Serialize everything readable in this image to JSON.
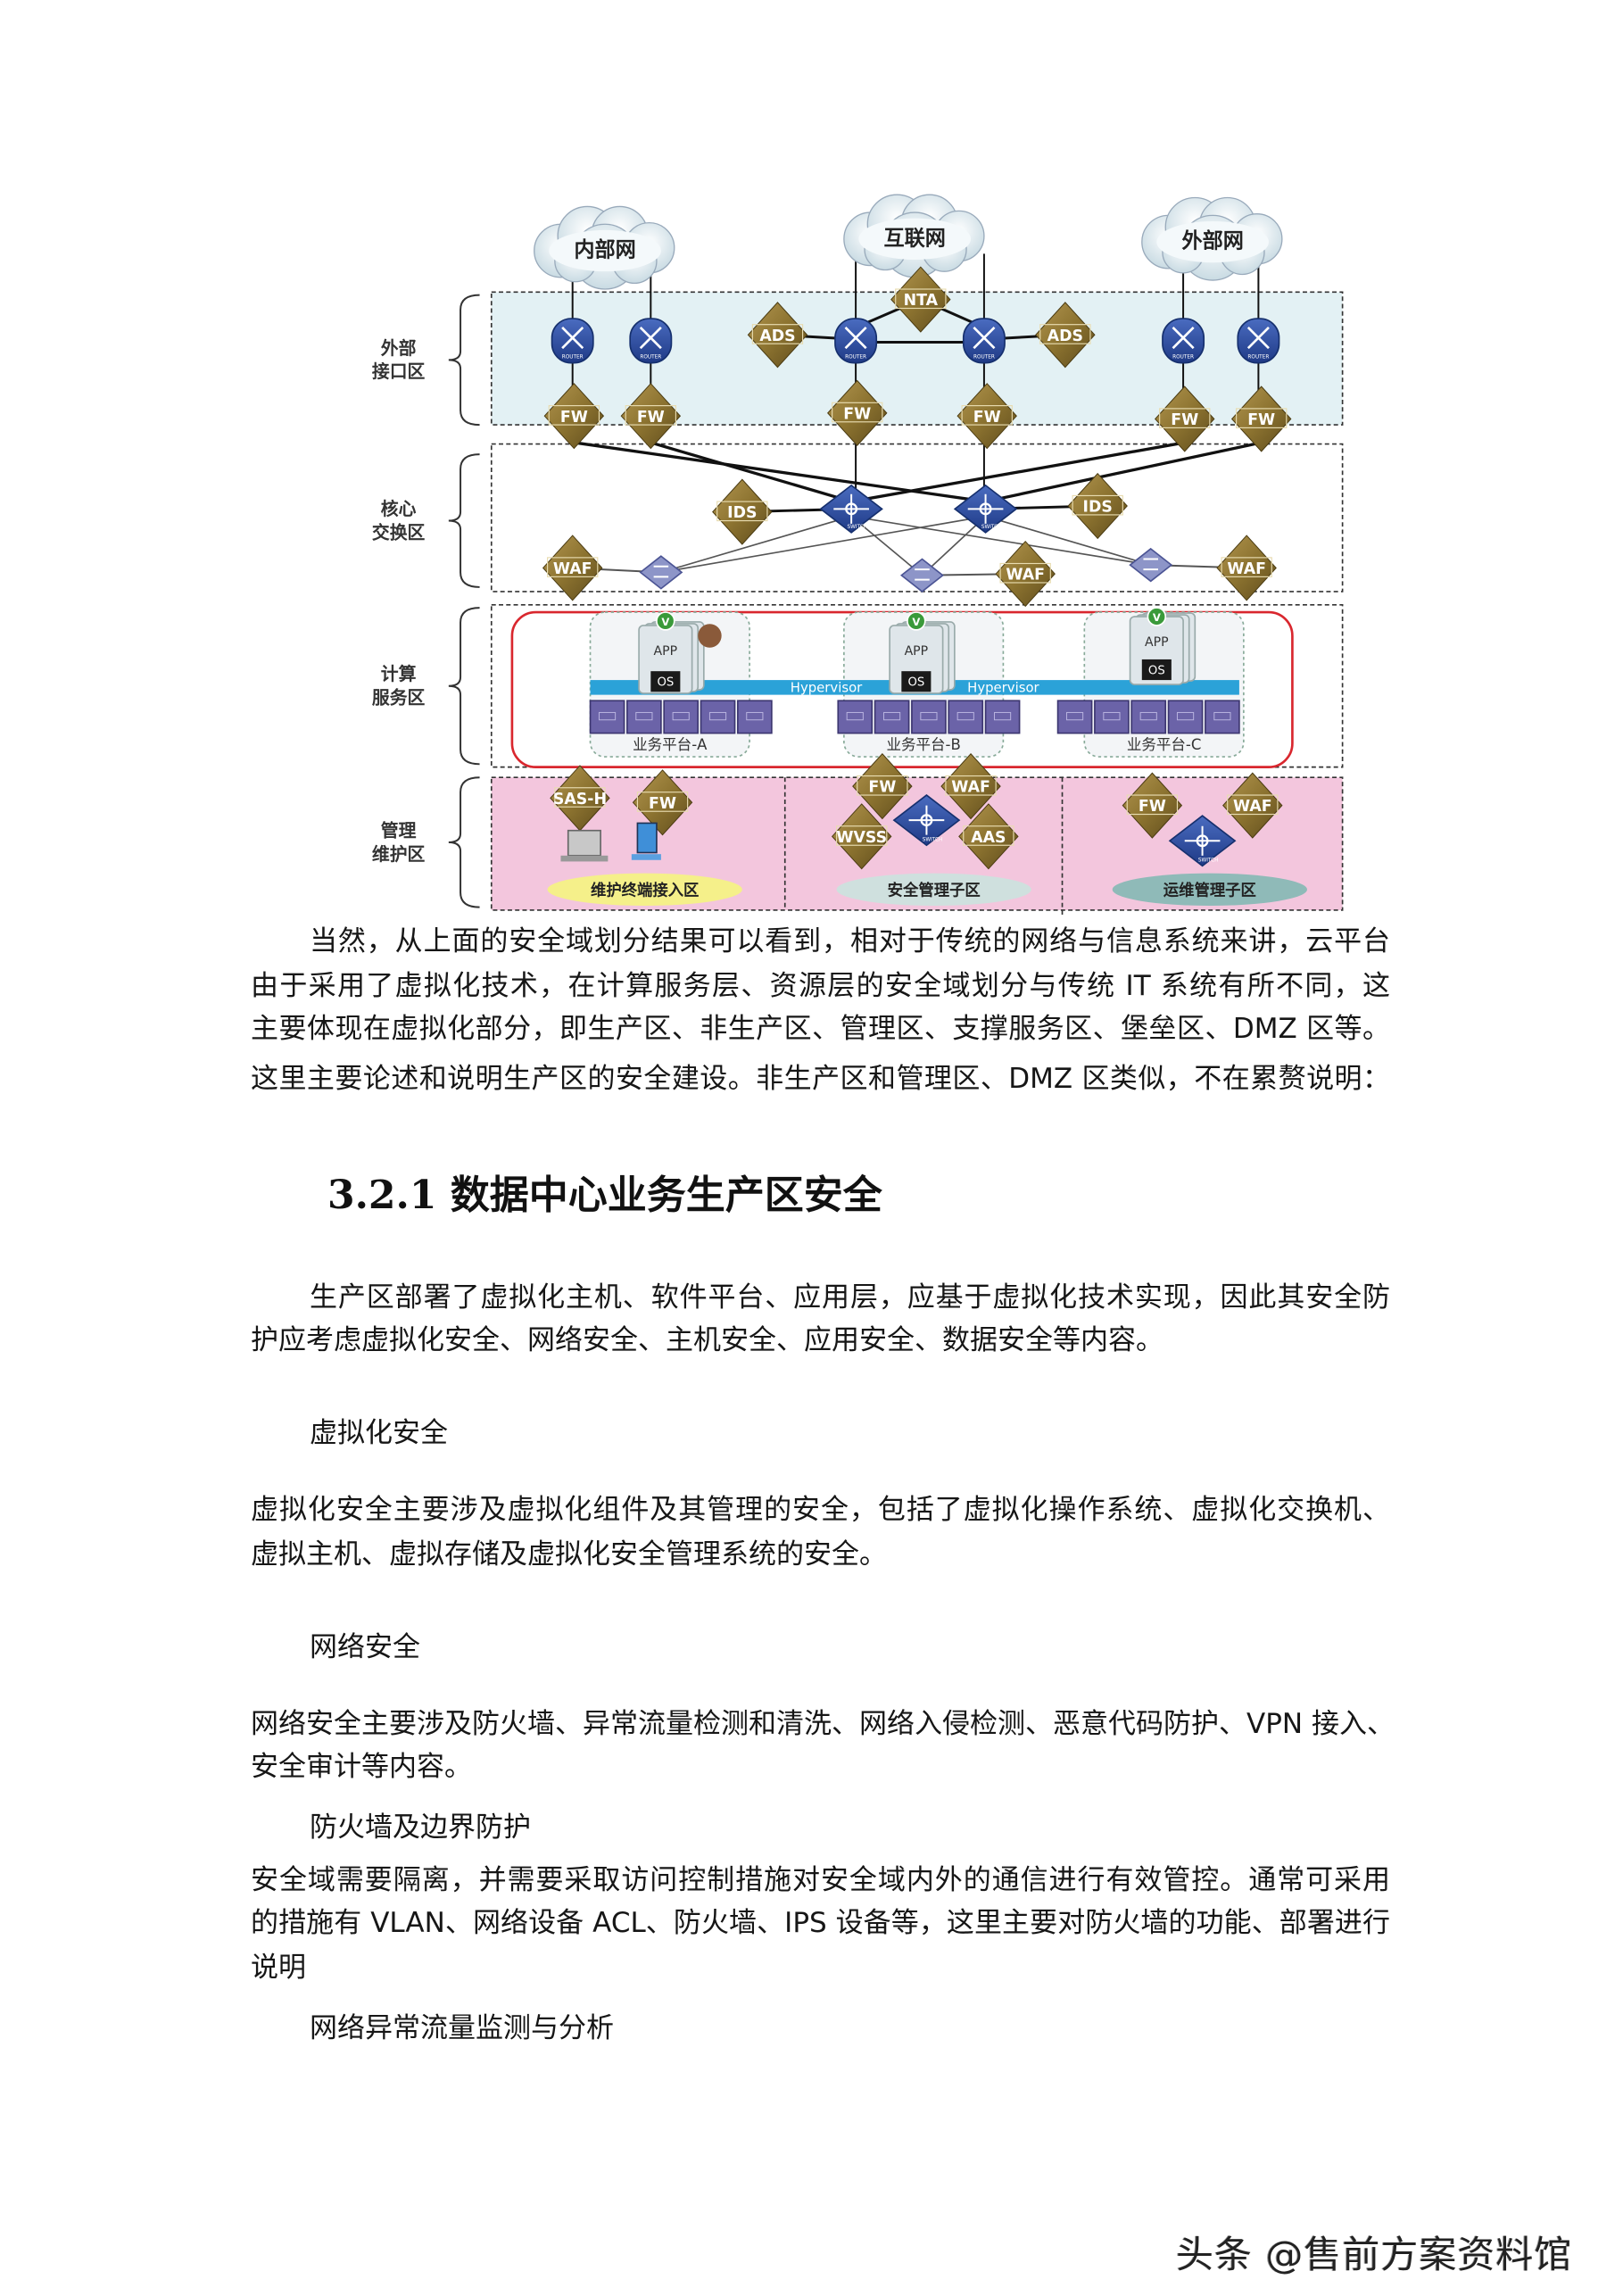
{
  "diagram": {
    "clouds": [
      "内部网",
      "互联网",
      "外部网"
    ],
    "zones": [
      {
        "line1": "外部",
        "line2": "接口区"
      },
      {
        "line1": "核心",
        "line2": "交换区"
      },
      {
        "line1": "计算",
        "line2": "服务区"
      },
      {
        "line1": "管理",
        "line2": "维护区"
      }
    ],
    "devices": {
      "fw": "FW",
      "nta": "NTA",
      "ads": "ADS",
      "ids": "IDS",
      "waf": "WAF",
      "sas_h": "SAS-H",
      "wvss": "WVSS",
      "aas": "AAS",
      "router": "ROUTER",
      "switch": "SWITCH"
    },
    "compute": {
      "hypervisor": "Hypervisor",
      "app": "APP",
      "os": "OS",
      "vm_badge": "V",
      "platforms": [
        "业务平台-A",
        "业务平台-B",
        "业务平台-C"
      ]
    },
    "subzones": [
      "维护终端接入区",
      "安全管理子区",
      "运维管理子区"
    ],
    "colors": {
      "interface_zone": "#e3f1f4",
      "management_zone": "#f3c6dd",
      "device_gold": "#8c7330",
      "router_blue": "#2c4c9c",
      "hypervisor": "#2ba2d8",
      "compute_border": "#d9272e"
    }
  },
  "document": {
    "p1": [
      "当然，从上面的安全域划分结果可以看到，相对于传统的网络与信息系统来讲，云平台",
      "由于采用了虚拟化技术，在计算服务层、资源层的安全域划分与传统 IT 系统有所不同，这",
      "主要体现在虚拟化部分，即生产区、非生产区、管理区、支撑服务区、堡垒区、DMZ 区等。",
      "这里主要论述和说明生产区的安全建设。非生产区和管理区、DMZ 区类似，不在累赘说明："
    ],
    "heading": "3.2.1 数据中心业务生产区安全",
    "p2": [
      "生产区部署了虚拟化主机、软件平台、应用层，应基于虚拟化技术实现，因此其安全防",
      "护应考虑虚拟化安全、网络安全、主机安全、应用安全、数据安全等内容。"
    ],
    "sub1": "虚拟化安全",
    "p3": [
      "虚拟化安全主要涉及虚拟化组件及其管理的安全，包括了虚拟化操作系统、虚拟化交换机、",
      "虚拟主机、虚拟存储及虚拟化安全管理系统的安全。"
    ],
    "sub2": "网络安全",
    "p4": [
      "网络安全主要涉及防火墙、异常流量检测和清洗、网络入侵检测、恶意代码防护、VPN 接入、",
      "安全审计等内容。"
    ],
    "sub3": "防火墙及边界防护",
    "p5": [
      "安全域需要隔离，并需要采取访问控制措施对安全域内外的通信进行有效管控。通常可采用",
      "的措施有 VLAN、网络设备 ACL、防火墙、IPS 设备等，这里主要对防火墙的功能、部署进行",
      "说明"
    ],
    "sub4": "网络异常流量监测与分析"
  },
  "watermark": "头条 @售前方案资料馆"
}
